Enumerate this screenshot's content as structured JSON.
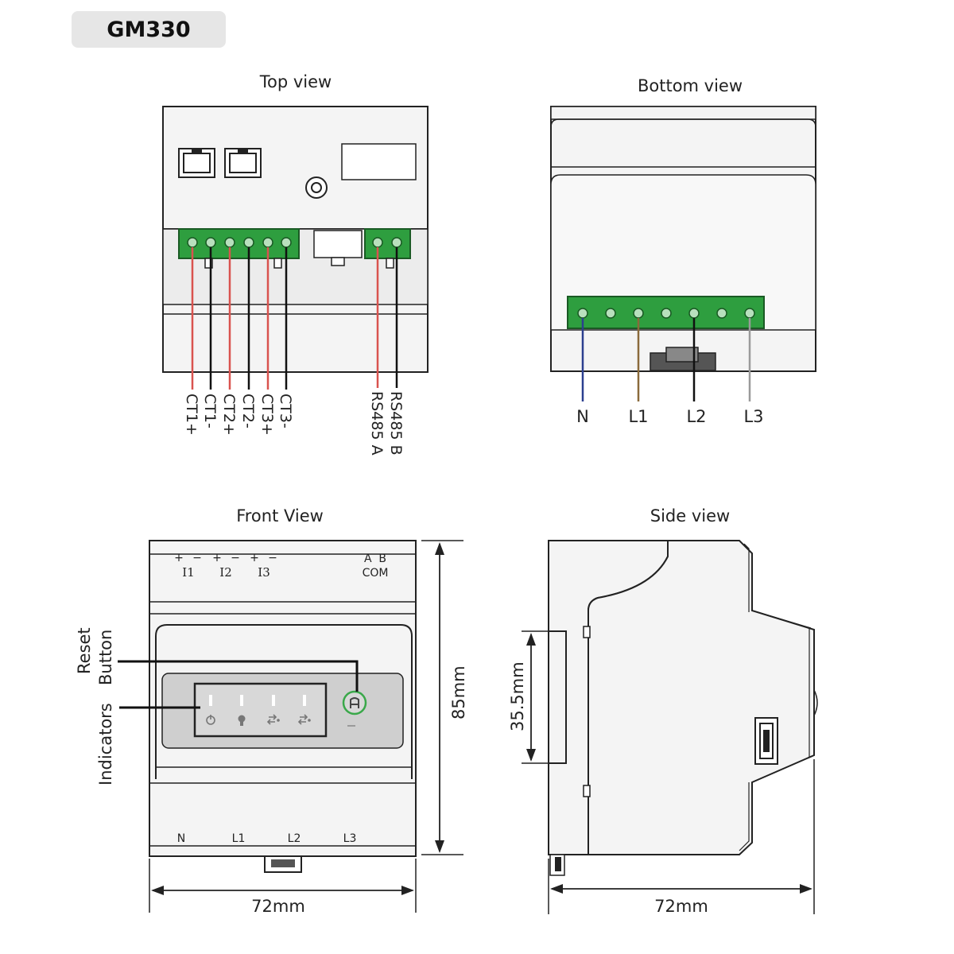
{
  "model": "GM330",
  "views": {
    "top": {
      "title": "Top view",
      "terminals": [
        "CT1+",
        "CT1-",
        "CT2+",
        "CT2-",
        "CT3+",
        "CT3-"
      ],
      "comm_terminals": [
        "RS485 A",
        "RS485 B"
      ]
    },
    "bottom": {
      "title": "Bottom view",
      "terminals": [
        "N",
        "L1",
        "L2",
        "L3"
      ]
    },
    "front": {
      "title": "Front View",
      "polarity_marks": [
        "+",
        "−",
        "+",
        "−",
        "+",
        "−"
      ],
      "input_labels": [
        "I1",
        "I2",
        "I3"
      ],
      "com_pins": "A  B",
      "com_label": "COM",
      "callouts": {
        "reset_line1": "Reset",
        "reset_line2": "Button",
        "indicators": "Indicators"
      },
      "bottom_labels": [
        "N",
        "L1",
        "L2",
        "L3"
      ],
      "height_dim": "85mm",
      "width_dim": "72mm"
    },
    "side": {
      "title": "Side view",
      "rail_dim": "35.5mm",
      "width_dim": "72mm"
    }
  },
  "colors": {
    "terminal_green": "#2e9e3f",
    "wire_red": "#d9534f",
    "wire_black": "#111111",
    "wire_blue": "#2b3f8f",
    "wire_brown": "#8a6a3b",
    "wire_grey": "#9a9a9a",
    "reset_ring": "#3aa84a",
    "panel_grey": "#cfcfcf"
  },
  "icons": [
    "power-icon",
    "bulb-icon",
    "comm-arrow-icon",
    "comm-arrow-icon",
    "reset-icon"
  ]
}
